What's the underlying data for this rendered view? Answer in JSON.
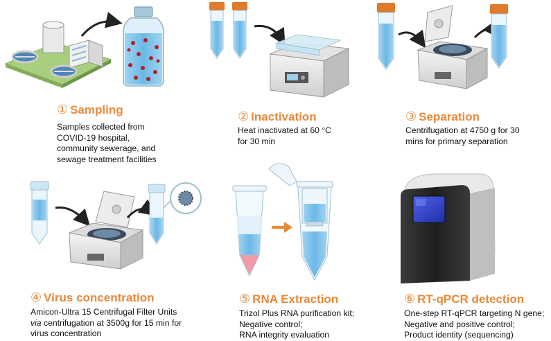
{
  "colors": {
    "title_orange": "#E8893A",
    "tube_cap": "#E07B2B",
    "liquid_blue": "#7EC4EA",
    "virus_red": "#B22222",
    "text": "#111111"
  },
  "steps": [
    {
      "number": "①",
      "title": "Sampling",
      "lines": [
        "Samples collected from",
        "COVID-19 hospital,",
        "community sewerage, and",
        "sewage treatment facilities"
      ]
    },
    {
      "number": "②",
      "title": "Inactivation",
      "lines": [
        "Heat inactivated at 60 °C",
        "for 30 min"
      ]
    },
    {
      "number": "③",
      "title": "Separation",
      "lines": [
        "Centrifugation at 4750 g for 30",
        "mins for primary separation"
      ]
    },
    {
      "number": "④",
      "title": "Virus concentration",
      "lines": [
        "Amicon-Ultra 15 Centrifugal Filter Units",
        "via",
        " centrifugation at 3500g for 15 min for",
        "virus concentration"
      ]
    },
    {
      "number": "⑤",
      "title": "RNA Extraction",
      "lines": [
        "Trizol Plus RNA purification kit;",
        "Negative control;",
        "RNA integrity evaluation"
      ]
    },
    {
      "number": "⑥",
      "title": "RT-qPCR detection",
      "lines": [
        "One-step RT-qPCR targeting N gene;",
        "Negative and positive control;",
        "Product identity (sequencing)"
      ]
    }
  ]
}
